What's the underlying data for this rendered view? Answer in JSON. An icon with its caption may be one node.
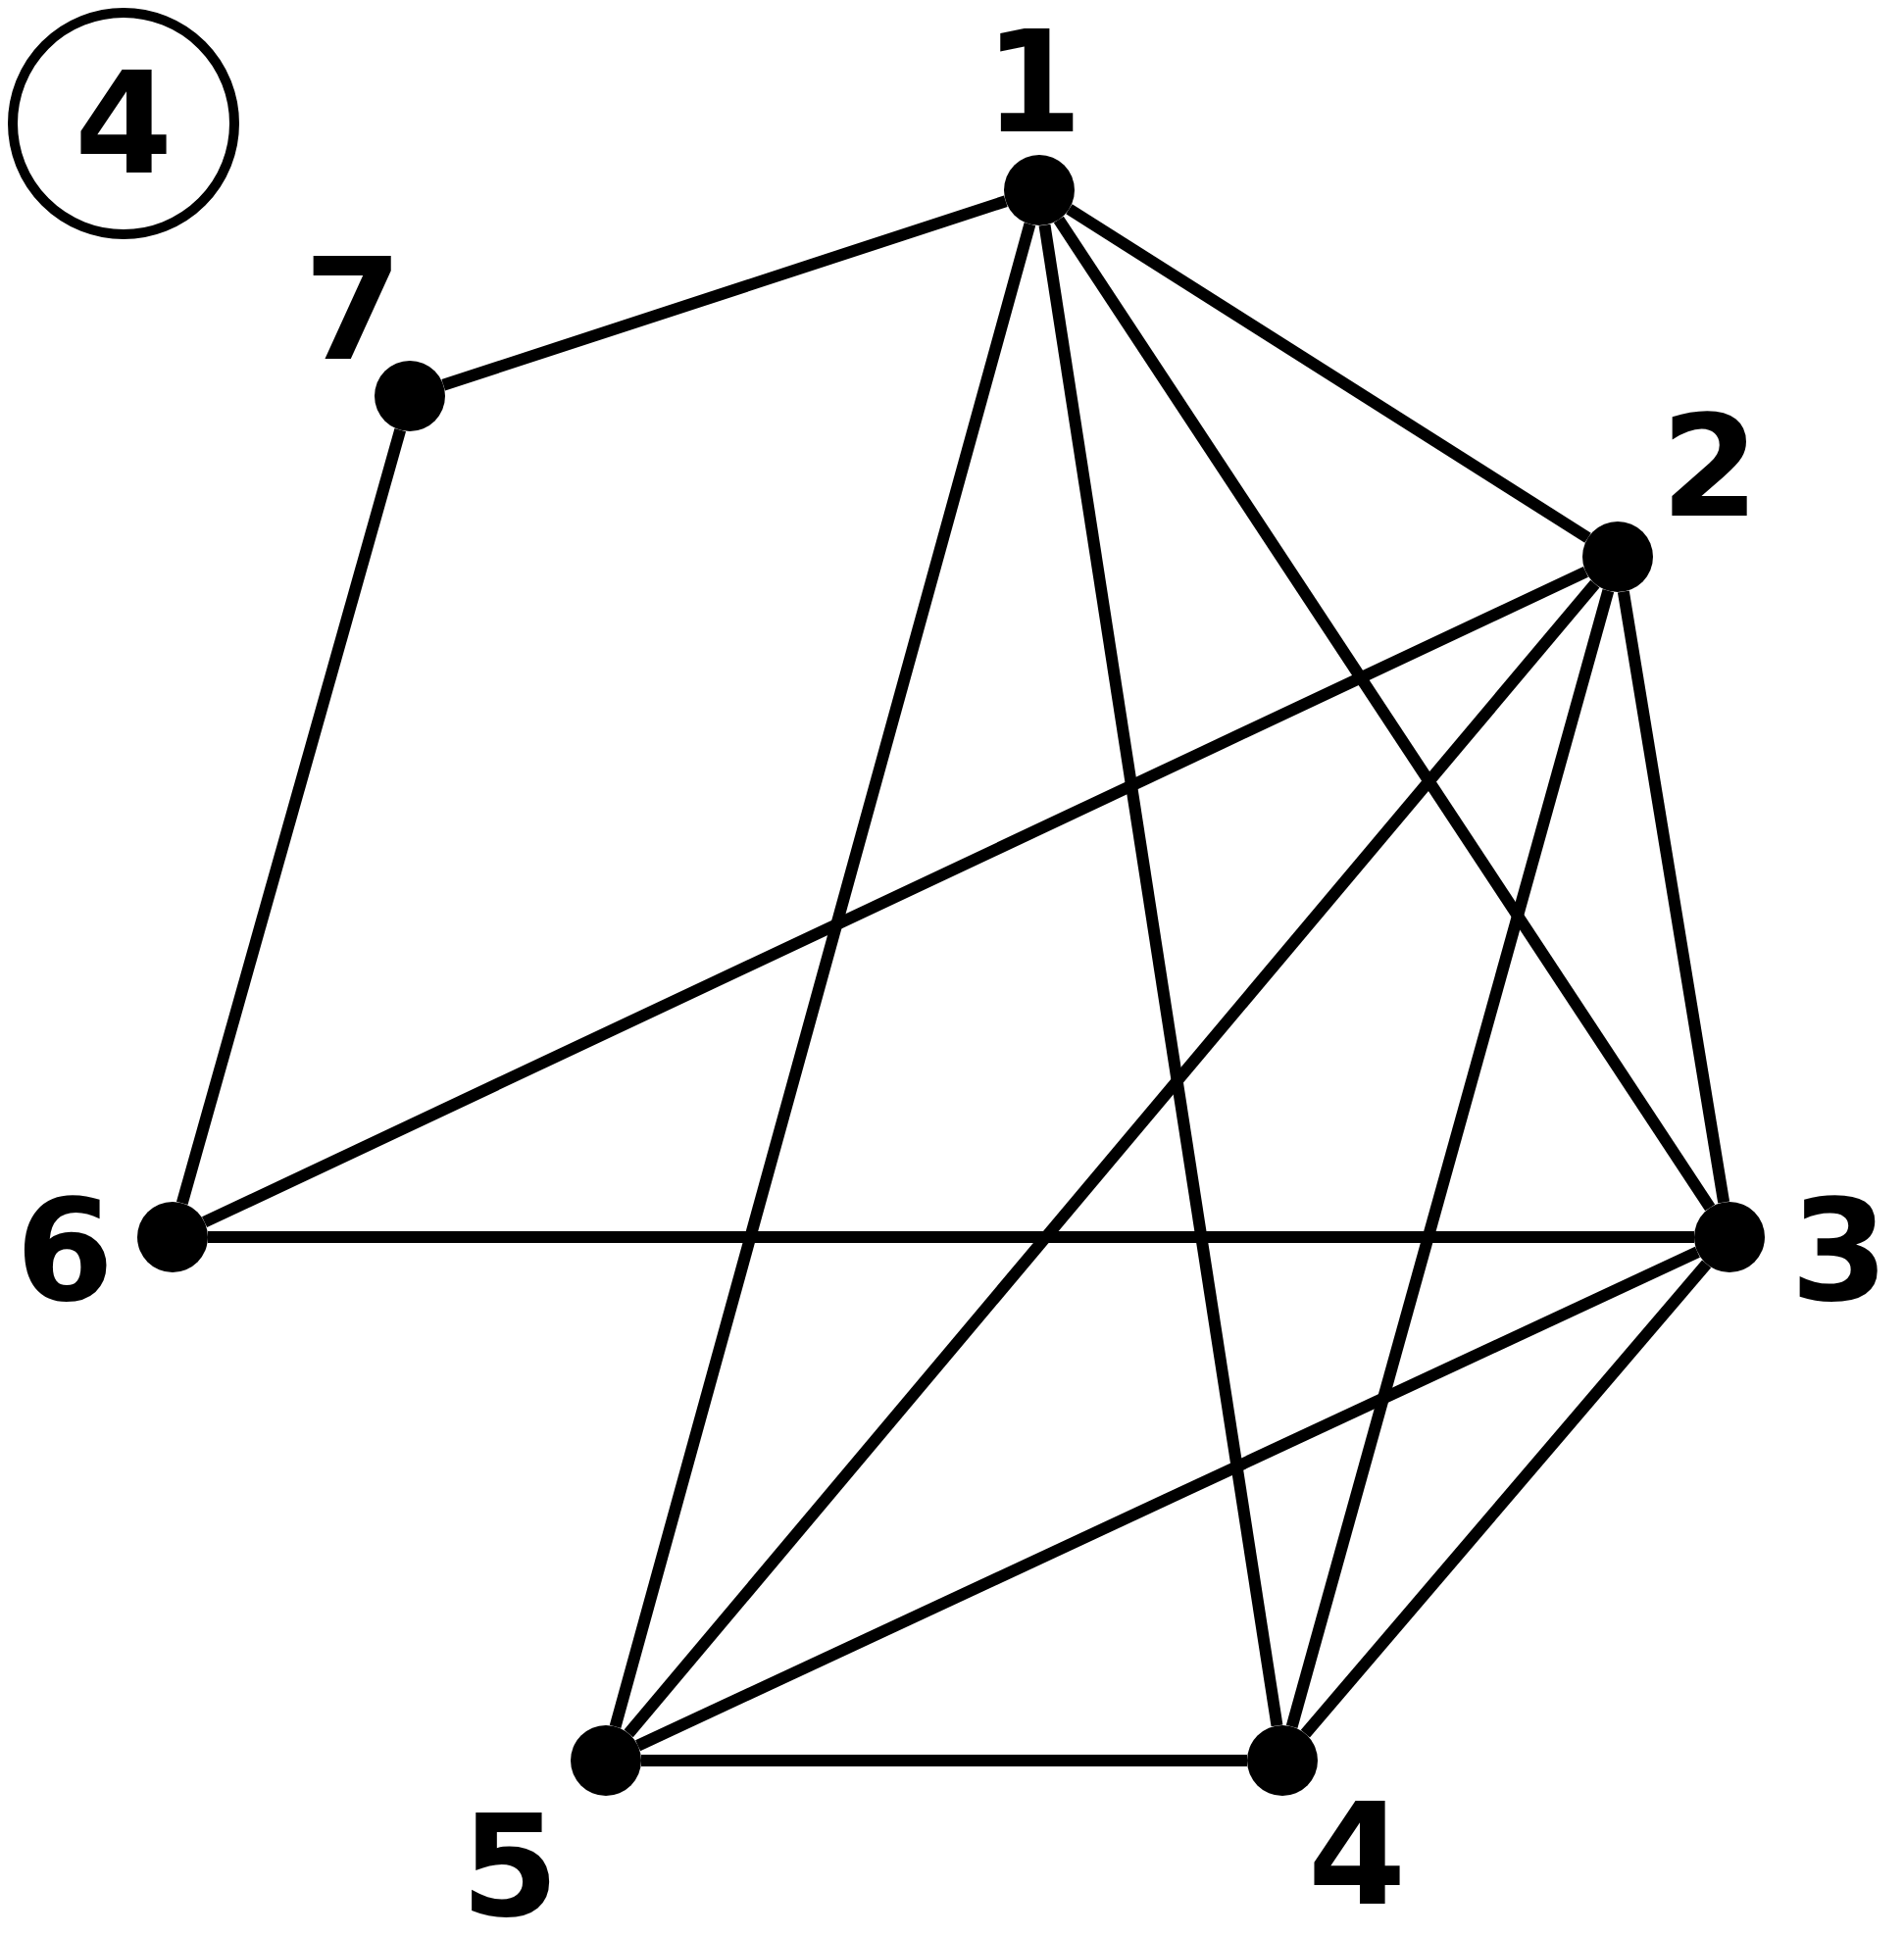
{
  "diagram": {
    "nodes": [
      {
        "text": [],
        "shape": "circle",
        "beside": [
          "1"
        ]
      },
      {
        "text": [],
        "shape": "circle",
        "beside": [
          "7"
        ]
      },
      {
        "text": [],
        "shape": "circle",
        "beside": [
          "2"
        ]
      },
      {
        "text": [],
        "shape": "circle",
        "beside": [
          "6"
        ]
      },
      {
        "text": [],
        "shape": "circle",
        "beside": [
          "3"
        ]
      },
      {
        "text": [],
        "shape": "circle",
        "beside": [
          "5"
        ]
      },
      {
        "text": [],
        "shape": "circle",
        "beside": [
          "4"
        ]
      }
    ],
    "edges": [
      {
        "from": 0,
        "to": 1,
        "arrow": "none"
      },
      {
        "from": 1,
        "to": 3,
        "arrow": "none"
      },
      {
        "from": 0,
        "to": 2,
        "arrow": "none"
      },
      {
        "from": 0,
        "to": 5,
        "arrow": "none"
      },
      {
        "from": 0,
        "to": 6,
        "arrow": "none"
      },
      {
        "from": 0,
        "to": 4,
        "arrow": "none"
      },
      {
        "from": 2,
        "to": 3,
        "arrow": "none"
      },
      {
        "from": 2,
        "to": 5,
        "arrow": "none"
      },
      {
        "from": 2,
        "to": 6,
        "arrow": "none"
      },
      {
        "from": 2,
        "to": 4,
        "arrow": "none"
      },
      {
        "from": 3,
        "to": 4,
        "arrow": "none"
      },
      {
        "from": 4,
        "to": 5,
        "arrow": "none"
      },
      {
        "from": 4,
        "to": 6,
        "arrow": "none"
      },
      {
        "from": 5,
        "to": 6,
        "arrow": "none"
      }
    ],
    "labels": [
      "4"
    ]
  }
}
